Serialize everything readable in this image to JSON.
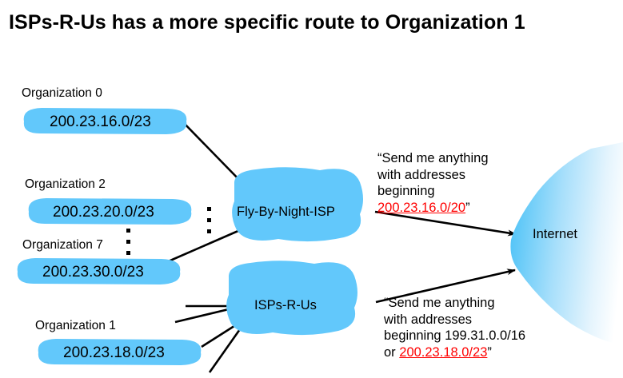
{
  "slide": {
    "title": "ISPs-R-Us has a more specific route to Organization 1",
    "background": "#ffffff"
  },
  "colors": {
    "cloud_blue": "#62c8fb",
    "internet_gradient_start": "#4fc3f7",
    "internet_gradient_end": "#ffffff",
    "highlight_red": "#ff0000",
    "line_black": "#000000"
  },
  "organizations": [
    {
      "label": "Organization 0",
      "address": "200.23.16.0/23"
    },
    {
      "label": "Organization 2",
      "address": "200.23.20.0/23"
    },
    {
      "label": "Organization 7",
      "address": "200.23.30.0/23"
    },
    {
      "label": "Organization 1",
      "address": "200.23.18.0/23"
    }
  ],
  "isps": [
    {
      "name": "Fly-By-Night-ISP"
    },
    {
      "name": "ISPs-R-Us"
    }
  ],
  "internet": {
    "label": "Internet"
  },
  "callouts": {
    "upper": {
      "line1": "“Send me anything",
      "line2": "with addresses",
      "line3": "beginning",
      "line4_prefix": "",
      "line4_highlight": "200.23.16.0/20",
      "line4_suffix": "”"
    },
    "lower": {
      "line1": "“Send me anything",
      "line2": "with addresses",
      "line3": "beginning 199.31.0.0/16",
      "line4_prefix": "or ",
      "line4_highlight": "200.23.18.0/23",
      "line4_suffix": "”"
    }
  },
  "ellipses": {
    "between_orgs": "⋮",
    "near_isp": "⋮"
  }
}
